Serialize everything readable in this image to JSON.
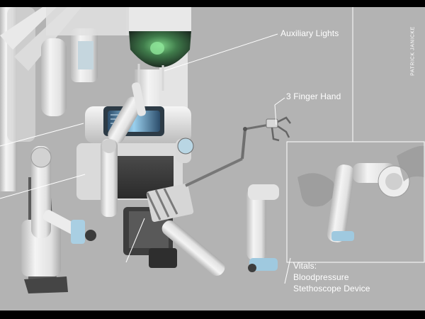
{
  "callouts": {
    "auxiliary_lights": "Auxiliary Lights",
    "three_finger_hand": "3 Finger Hand",
    "vitals_heading": "Vitals:",
    "vitals_line1": "Bloodpressure",
    "vitals_line2": "Stethoscope Device"
  },
  "credit": "PATRICK JANICKE",
  "colors": {
    "background": "#b3b3b3",
    "letterbox": "#000000",
    "callout_line": "#ffffff",
    "robot_body": "#eeeeee",
    "robot_shadow": "#8e8e8e",
    "dark_parts": "#3e3e3e",
    "accent_blue": "#9fc9df",
    "lamp_green": "#5fa86a"
  }
}
